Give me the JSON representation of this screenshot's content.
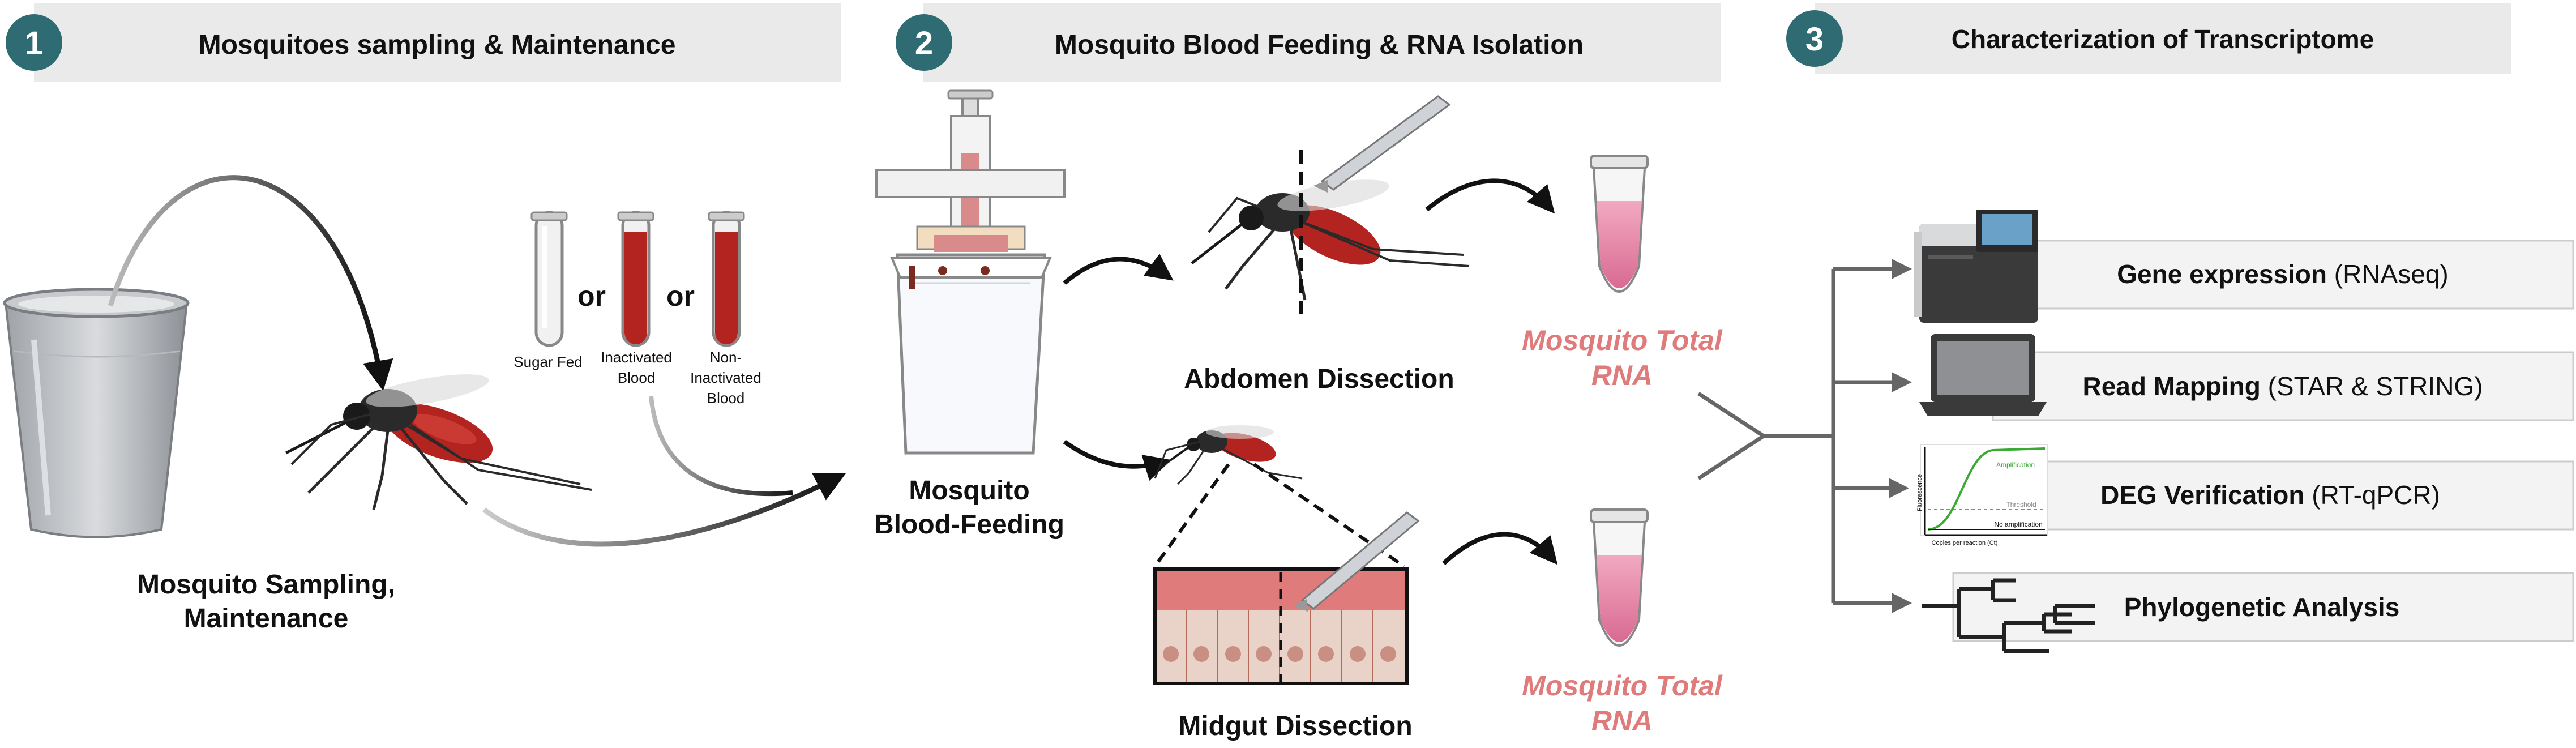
{
  "panels": [
    {
      "number": "1",
      "title": "Mosquitoes sampling & Maintenance"
    },
    {
      "number": "2",
      "title": "Mosquito Blood Feeding & RNA Isolation"
    },
    {
      "number": "3",
      "title": "Characterization of Transcriptome"
    }
  ],
  "sampling": {
    "caption_line1": "Mosquito Sampling,",
    "caption_line2": "Maintenance",
    "or1": "or",
    "or2": "or",
    "tube_sugar": "Sugar Fed",
    "tube_inactivated_1": "Inactivated",
    "tube_inactivated_2": "Blood",
    "tube_noninactivated_1": "Non-",
    "tube_noninactivated_2": "Inactivated",
    "tube_noninactivated_3": "Blood"
  },
  "feeding": {
    "caption_line1": "Mosquito",
    "caption_line2": "Blood-Feeding",
    "abdomen": "Abdomen Dissection",
    "midgut": "Midgut Dissection",
    "rna_top_1": "Mosquito Total",
    "rna_top_2": "RNA",
    "rna_bottom_1": "Mosquito Total",
    "rna_bottom_2": "RNA"
  },
  "analysis": [
    {
      "bold": "Gene expression",
      "rest": " (RNAseq)"
    },
    {
      "bold": "Read Mapping",
      "rest": " (STAR & STRING)"
    },
    {
      "bold": "DEG Verification",
      "rest": " (RT-qPCR)"
    },
    {
      "bold": "Phylogenetic Analysis",
      "rest": ""
    }
  ],
  "qpcr_labels": {
    "amplification": "Amplification",
    "threshold": "Threshold",
    "no_amplification": "No amplification",
    "y_axis": "Fluorescence",
    "x_axis": "Copies per reaction (Ct)"
  },
  "colors": {
    "badge": "#2f6b72",
    "header_bg": "#eaeaea",
    "blood": "#b3231f",
    "rna_text": "#e07b7b",
    "rna_liquid": "#e48aa8",
    "arrow": "#111111",
    "tree_arrow": "#666666",
    "amp_curve": "#3aaa35"
  }
}
